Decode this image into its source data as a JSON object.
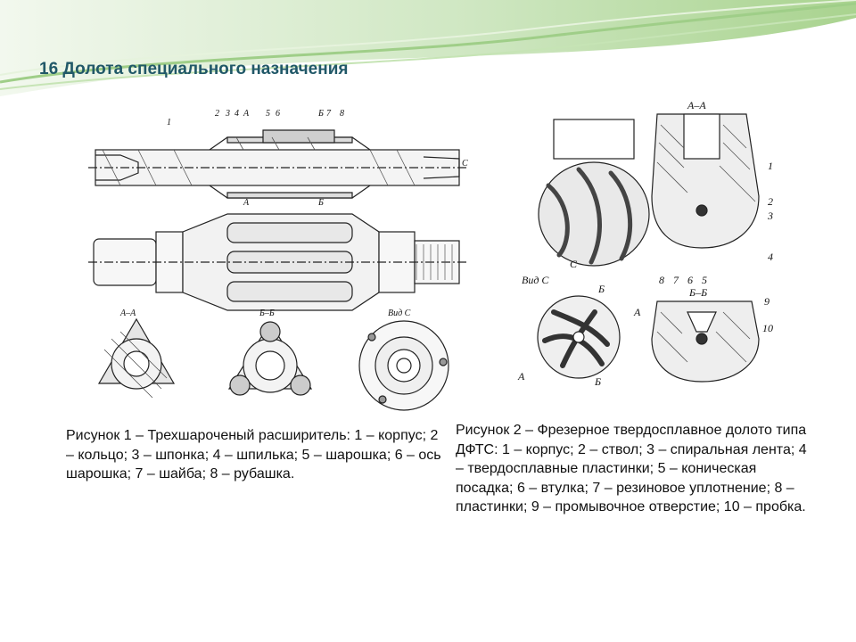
{
  "slide": {
    "title": "16 Долота специального назначения"
  },
  "figure1": {
    "callouts": [
      "1",
      "2",
      "3",
      "4",
      "А",
      "5",
      "6",
      "Б",
      "7",
      "8",
      "С",
      "А",
      "Б"
    ],
    "section_labels": [
      "А–А",
      "Б–Б",
      "Вид С"
    ],
    "caption": "Рисунок 1 – Трехшароченый расширитель: 1 – корпус; 2 – кольцо; 3 – шпонка; 4 – шпилька; 5 – шарошка; 6 – ось шарошка; 7 – шайба; 8 – рубашка."
  },
  "figure2": {
    "section_labels": [
      "А–А",
      "Вид С",
      "Б–Б"
    ],
    "callouts": [
      "1",
      "2",
      "3",
      "4",
      "8",
      "7",
      "6",
      "5",
      "9",
      "10"
    ],
    "arrow_labels": [
      "С",
      "Б",
      "А",
      "А",
      "Б"
    ],
    "caption": "Рисунок 2 – Фрезерное твердосплавное долото типа ДФТС: 1 – корпус; 2 – ствол; 3 – спиральная лента; 4 – твердосплавные пластинки; 5 – коническая посадка; 6 – втулка; 7 – резиновое уплотнение; 8 – пластинки; 9 – промывочное отверстие; 10 – пробка."
  },
  "colors": {
    "title": "#215868",
    "banner_light": "#d9ecd0",
    "banner_mid": "#b9dca8",
    "banner_dark": "#9fce88"
  }
}
